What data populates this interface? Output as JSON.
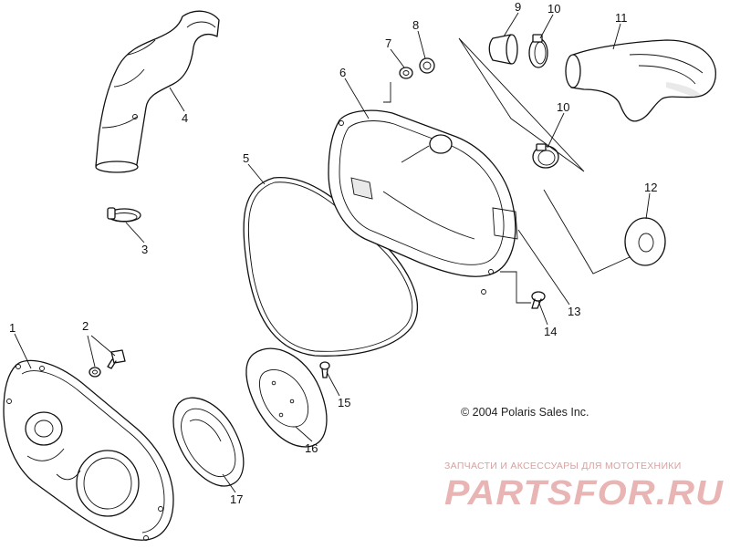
{
  "callouts": [
    {
      "id": "1",
      "text": "1"
    },
    {
      "id": "2",
      "text": "2"
    },
    {
      "id": "3",
      "text": "3"
    },
    {
      "id": "4",
      "text": "4"
    },
    {
      "id": "5",
      "text": "5"
    },
    {
      "id": "6",
      "text": "6"
    },
    {
      "id": "7",
      "text": "7"
    },
    {
      "id": "8",
      "text": "8"
    },
    {
      "id": "9",
      "text": "9"
    },
    {
      "id": "10a",
      "text": "10"
    },
    {
      "id": "10b",
      "text": "10"
    },
    {
      "id": "11",
      "text": "11"
    },
    {
      "id": "12",
      "text": "12"
    },
    {
      "id": "13",
      "text": "13"
    },
    {
      "id": "14",
      "text": "14"
    },
    {
      "id": "15",
      "text": "15"
    },
    {
      "id": "16",
      "text": "16"
    },
    {
      "id": "17",
      "text": "17"
    }
  ],
  "copyright": "© 2004 Polaris Sales Inc.",
  "watermark": {
    "tagline": "ЗАПЧАСТИ И АКСЕССУАРЫ ДЛЯ МОТОТЕХНИКИ",
    "brand": "PARTSFOR.RU",
    "tagline_color": "#d9a0a0",
    "brand_color": "#e8b4b4"
  }
}
